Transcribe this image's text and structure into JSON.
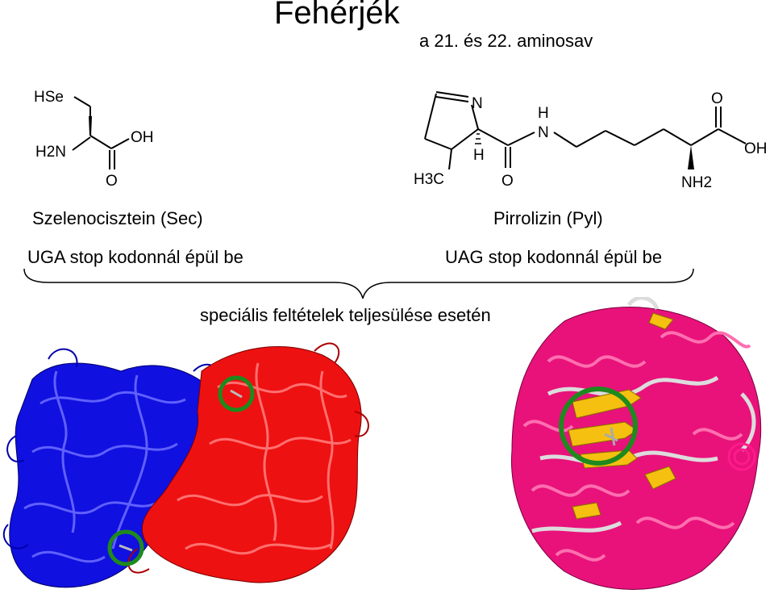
{
  "slide": {
    "title": "Fehérjék",
    "subtitle": "a 21. és 22. aminosav"
  },
  "sec": {
    "name": "Szelenocisztein (Sec)",
    "codon_note": "UGA stop kodonnál épül be",
    "atoms": {
      "hse": "HSe",
      "amine": "H2N",
      "oh": "OH",
      "o": "O"
    }
  },
  "pyl": {
    "name": "Pirrolizin  (Pyl)",
    "codon_note": "UAG stop kodonnál épül be",
    "atoms": {
      "n_ring": "N",
      "h_alpha": "H",
      "methyl": "H3C",
      "o1": "O",
      "h_amide": "H",
      "n_amide": "N",
      "o2": "O",
      "oh": "OH",
      "nh2": "NH2"
    }
  },
  "brace_caption": "speciális feltételek teljesülése esetén",
  "colors": {
    "chain_a": "#1010e0",
    "chain_b": "#ee1111",
    "helix": "#e8127a",
    "sheet": "#f5c010",
    "coil": "#dcdcdc",
    "highlight_ring": "#1e8a1e"
  }
}
